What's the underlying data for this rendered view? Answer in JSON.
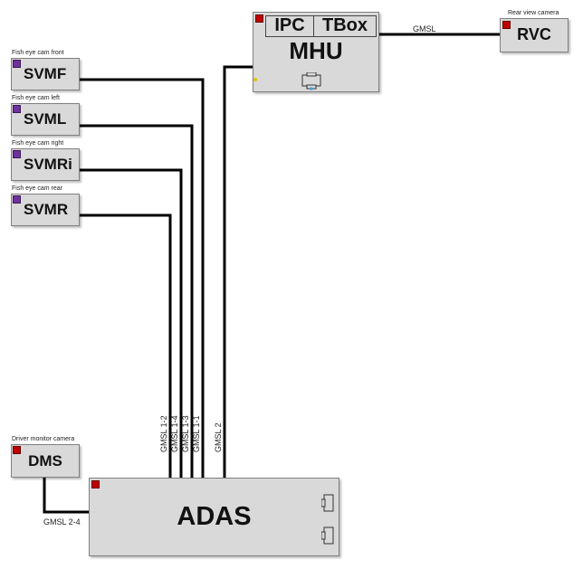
{
  "nodes": {
    "mhu": {
      "title": "MHU",
      "sub1": "IPC",
      "sub2": "TBox"
    },
    "rvc": {
      "title": "RVC",
      "caption": "Rear view camera"
    },
    "svmf": {
      "title": "SVMF",
      "caption": "Fish eye cam front"
    },
    "svml": {
      "title": "SVML",
      "caption": "Fish eye cam left"
    },
    "svmri": {
      "title": "SVMRi",
      "caption": "Fish eye cam right"
    },
    "svmr": {
      "title": "SVMR",
      "caption": "Fish eye cam rear"
    },
    "dms": {
      "title": "DMS",
      "caption": "Driver monitor camera"
    },
    "adas": {
      "title": "ADAS"
    }
  },
  "links": {
    "rvc_mhu": "GMSL",
    "svmr_adas": "GMSL 1-2",
    "svmri_adas": "GMSL 1-4",
    "svml_adas": "GMSL 1-3",
    "svmf_adas": "GMSL 1-1",
    "mhu_adas": "GMSL 2",
    "dms_adas": "GMSL 2-4"
  },
  "colors": {
    "box_fill": "#d9d9d9",
    "wire": "#000000",
    "marker_red": "#c00000",
    "marker_purple": "#7030a0"
  }
}
